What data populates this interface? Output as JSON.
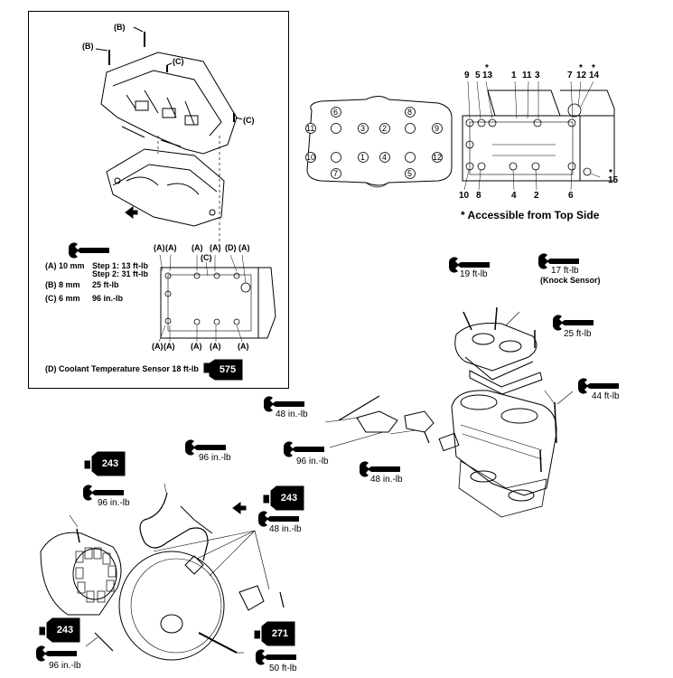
{
  "inset": {
    "callouts_top": [
      "(B)",
      "(B)",
      "(C)",
      "(C)"
    ],
    "spec_lines": [
      {
        "key": "(A) 10 mm",
        "value": "Step 1: 13 ft-lb"
      },
      {
        "key": "",
        "value": "Step 2: 31 ft-lb"
      },
      {
        "key": "(B) 8 mm",
        "value": "25 ft-lb"
      },
      {
        "key": "(C) 6 mm",
        "value": "96 in.-lb"
      }
    ],
    "case_labels_top": [
      "(A)",
      "(A)",
      "(A)",
      "(A)",
      "(D)",
      "(A)",
      "(C)"
    ],
    "case_labels_bottom": [
      "(A)",
      "(A)",
      "(A)",
      "(A)",
      "(A)"
    ],
    "coolant_text": "(D) Coolant Temperature Sensor  18 ft-lb",
    "coolant_tag": "575"
  },
  "head_bolt_numbers": [
    "6",
    "8",
    "11",
    "3",
    "2",
    "9",
    "10",
    "1",
    "4",
    "12",
    "7",
    "5"
  ],
  "crankcase_numbers_top": [
    "9",
    "5",
    "13",
    "1",
    "11",
    "3",
    "7",
    "12",
    "14"
  ],
  "crankcase_numbers_bottom": [
    "10",
    "8",
    "4",
    "2",
    "6"
  ],
  "crankcase_star_15": "15",
  "star": "*",
  "accessible_note": "* Accessible from Top Side",
  "torque_labels": {
    "head_19": "19 ft-lb",
    "knock_17": "17 ft-lb",
    "knock_sensor": "(Knock Sensor)",
    "head_25": "25 ft-lb",
    "cyl_44": "44 ft-lb",
    "exh_48": "48 in.-lb",
    "exh_96": "96 in.-lb",
    "exh2_48": "48 in.-lb",
    "stator_96_top": "96 in.-lb",
    "stator_96": "96 in.-lb",
    "pickup_48": "48 in.-lb",
    "flywheel_96": "96 in.-lb",
    "flywheel_50": "50 ft-lb"
  },
  "loctite_tags": [
    "243",
    "243",
    "243",
    "271"
  ]
}
